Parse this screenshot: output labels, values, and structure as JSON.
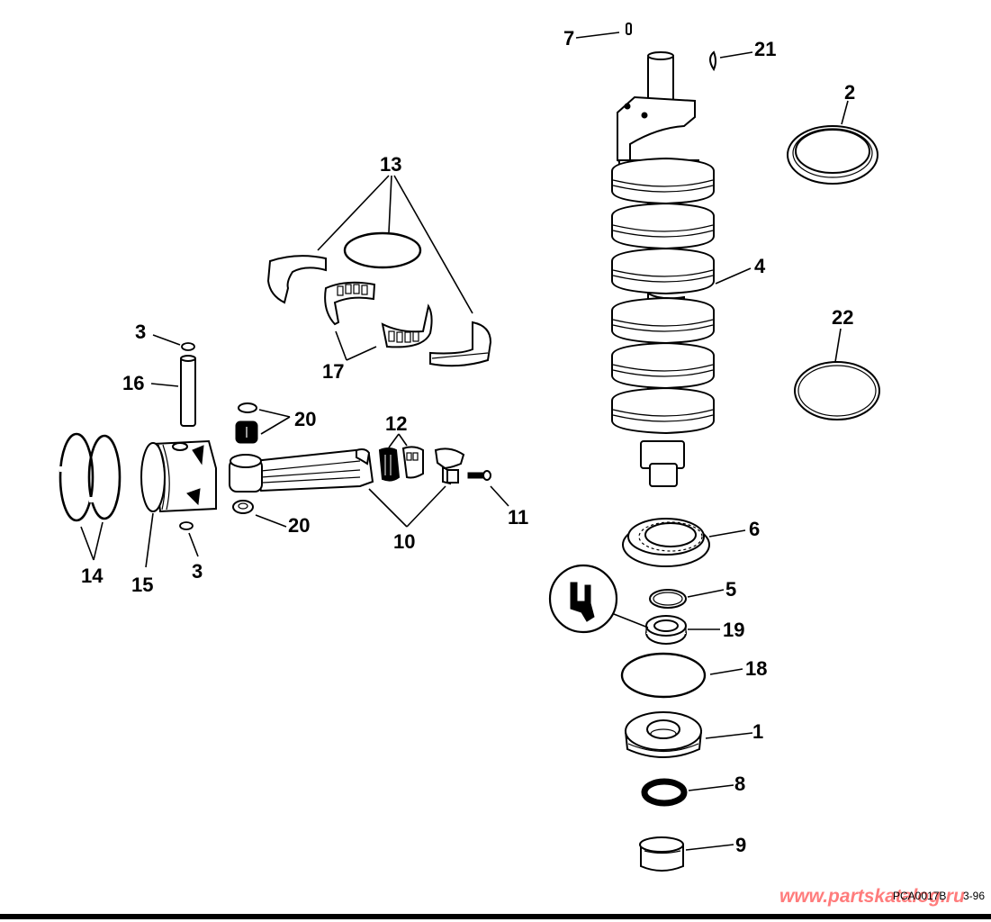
{
  "diagram": {
    "title": "Crankshaft and Piston Exploded Parts Diagram",
    "figure_code": "PCA0017B",
    "revision": "3-96",
    "watermark": "www.partskatalog.ru",
    "callouts": [
      {
        "id": "c1",
        "label": "1",
        "part": "crankcase-head"
      },
      {
        "id": "c2",
        "label": "2",
        "part": "upper-seal"
      },
      {
        "id": "c3a",
        "label": "3",
        "part": "piston-pin-retainer-upper"
      },
      {
        "id": "c3b",
        "label": "3",
        "part": "piston-pin-retainer-lower"
      },
      {
        "id": "c4",
        "label": "4",
        "part": "crankshaft"
      },
      {
        "id": "c5",
        "label": "5",
        "part": "retaining-ring"
      },
      {
        "id": "c6",
        "label": "6",
        "part": "ball-bearing"
      },
      {
        "id": "c7",
        "label": "7",
        "part": "dowel-pin"
      },
      {
        "id": "c8",
        "label": "8",
        "part": "seal"
      },
      {
        "id": "c9",
        "label": "9",
        "part": "bushing"
      },
      {
        "id": "c10",
        "label": "10",
        "part": "connecting-rod"
      },
      {
        "id": "c11",
        "label": "11",
        "part": "rod-screw"
      },
      {
        "id": "c12",
        "label": "12",
        "part": "rod-roller-bearing"
      },
      {
        "id": "c13",
        "label": "13",
        "part": "center-main-bearing-sleeve"
      },
      {
        "id": "c14",
        "label": "14",
        "part": "piston-rings"
      },
      {
        "id": "c15",
        "label": "15",
        "part": "piston"
      },
      {
        "id": "c16",
        "label": "16",
        "part": "piston-pin"
      },
      {
        "id": "c17",
        "label": "17",
        "part": "main-roller-bearing"
      },
      {
        "id": "c18",
        "label": "18",
        "part": "o-ring-large"
      },
      {
        "id": "c19",
        "label": "19",
        "part": "seal-lower"
      },
      {
        "id": "c20a",
        "label": "20",
        "part": "needle-bearing-washer-upper"
      },
      {
        "id": "c20b",
        "label": "20",
        "part": "needle-bearing-washer-lower"
      },
      {
        "id": "c21",
        "label": "21",
        "part": "key"
      },
      {
        "id": "c22",
        "label": "22",
        "part": "o-ring-upper"
      }
    ],
    "inset_icon": "sealant-applicator-icon"
  }
}
